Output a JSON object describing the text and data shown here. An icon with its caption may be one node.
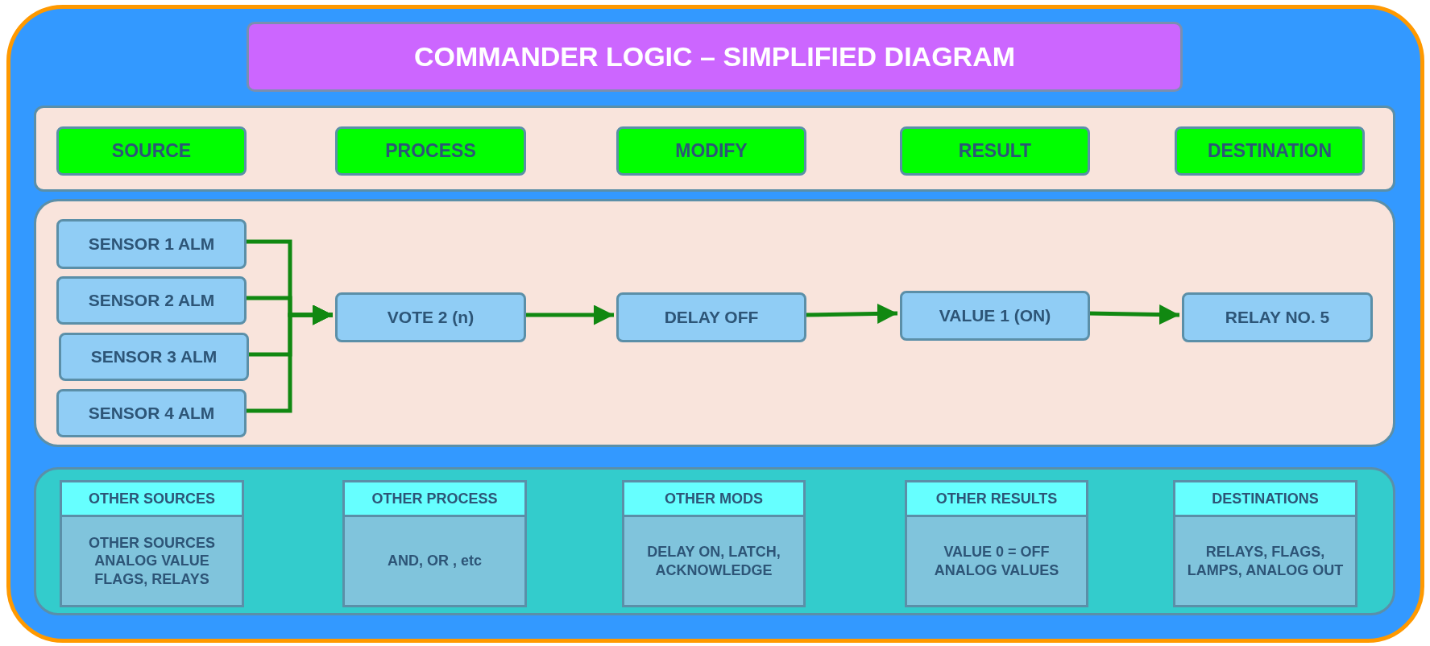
{
  "diagram": {
    "title": "COMMANDER LOGIC – SIMPLIFIED DIAGRAM",
    "nodes": [
      {
        "text": [],
        "shape": "box"
      },
      {
        "text": [
          "SOURCE"
        ],
        "in": 0
      },
      {
        "text": [
          "PROCESS"
        ],
        "in": 0
      },
      {
        "text": [
          "MODIFY"
        ],
        "in": 0
      },
      {
        "text": [
          "RESULT"
        ],
        "in": 0
      },
      {
        "text": [
          "DESTINATION"
        ],
        "in": 0
      },
      {
        "text": [],
        "shape": "box"
      },
      {
        "text": [
          "SENSOR 1 ALM"
        ],
        "in": 6
      },
      {
        "text": [
          "SENSOR 2 ALM"
        ],
        "in": 6
      },
      {
        "text": [
          "SENSOR 3 ALM"
        ],
        "in": 6
      },
      {
        "text": [
          "SENSOR 4 ALM"
        ],
        "in": 6
      },
      {
        "text": [
          "VOTE 2 (n)"
        ],
        "in": 6
      },
      {
        "text": [
          "DELAY OFF"
        ],
        "in": 6
      },
      {
        "text": [
          "VALUE 1 (ON)"
        ],
        "in": 6
      },
      {
        "text": [
          "RELAY NO. 5"
        ],
        "in": 6
      },
      {
        "text": [],
        "shape": "box"
      },
      {
        "text": [
          "OTHER SOURCES",
          "OTHER SOURCES ANALOG VALUE FLAGS, RELAYS"
        ],
        "in": 15
      },
      {
        "text": [
          "OTHER PROCESS",
          "AND, OR , etc"
        ],
        "in": 15
      },
      {
        "text": [
          "OTHER MODS",
          "DELAY ON, LATCH, ACKNOWLEDGE"
        ],
        "in": 15
      },
      {
        "text": [
          "OTHER RESULTS",
          "VALUE 0 = OFF ANALOG VALUES"
        ],
        "in": 15
      },
      {
        "text": [
          "DESTINATIONS",
          "RELAYS, FLAGS, LAMPS, ANALOG OUT"
        ],
        "in": 15
      }
    ],
    "edges": [
      {
        "from": 7,
        "to": 11,
        "arrow": "to"
      },
      {
        "from": 8,
        "to": 11,
        "arrow": "to"
      },
      {
        "from": 9,
        "to": 11,
        "arrow": "to"
      },
      {
        "from": 10,
        "to": 11,
        "arrow": "to"
      },
      {
        "from": 11,
        "to": 12,
        "arrow": "to"
      },
      {
        "from": 12,
        "to": 13,
        "arrow": "to"
      },
      {
        "from": 13,
        "to": 14,
        "arrow": "to"
      }
    ]
  }
}
